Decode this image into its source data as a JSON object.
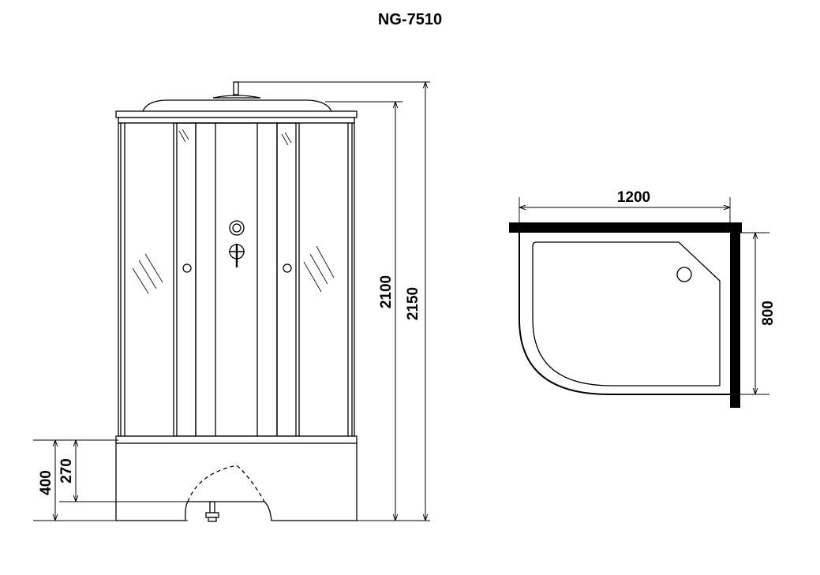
{
  "title": "NG-7510",
  "dimensions": {
    "total_height": "2150",
    "cabin_height": "2100",
    "tray_height": "400",
    "tray_step": "270",
    "width": "1200",
    "depth": "800"
  },
  "colors": {
    "line": "#000000",
    "glass": "#ffffff"
  }
}
